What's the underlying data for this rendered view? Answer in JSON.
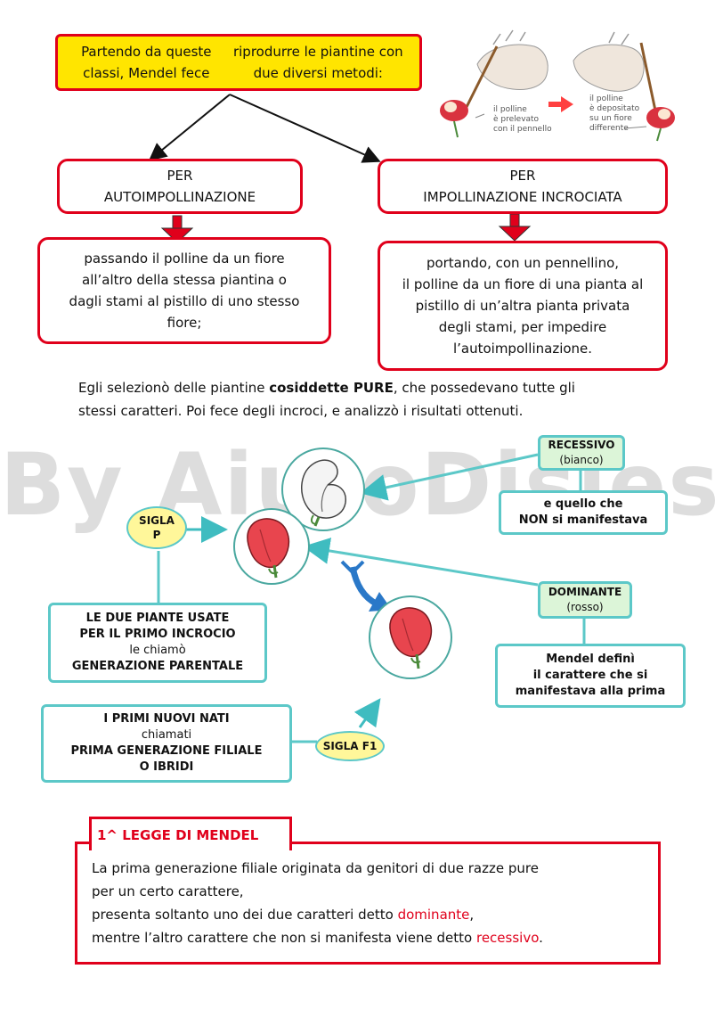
{
  "top_box": {
    "line1": "Partendo da queste classi, Mendel fece",
    "line2": "riprodurre le piantine con due diversi metodi:"
  },
  "illustration": {
    "label_left": [
      "il polline",
      "è prelevato",
      "con il pennello"
    ],
    "label_right": [
      "il polline",
      "è depositato",
      "su un fiore",
      "differente"
    ]
  },
  "method_self": {
    "title_line1": "PER",
    "title_line2": "AUTOIMPOLLINAZIONE",
    "desc": [
      "passando il polline da un fiore",
      "all’altro della stessa piantina o",
      "dagli stami al pistillo di uno stesso",
      "fiore;"
    ]
  },
  "method_cross": {
    "title_line1": "PER",
    "title_line2": "IMPOLLINAZIONE INCROCIATA",
    "desc": [
      "portando, con un pennellino,",
      "il polline da un fiore di una pianta al",
      "pistillo di un’altra pianta privata",
      "degli stami, per impedire",
      "l’autoimpollinazione."
    ]
  },
  "intro": {
    "part1": "Egli selezionò  delle piantine ",
    "bold": "cosiddette PURE",
    "part2": ", che possedevano tutte gli",
    "line2": "stessi caratteri. Poi fece degli incroci, e analizzò i risultati ottenuti."
  },
  "watermark": "By AiutoDislessia.net",
  "diagram": {
    "recessive": {
      "line1": "RECESSIVO",
      "line2": "(bianco)"
    },
    "recessive_desc": {
      "line1": "e quello che",
      "line2": "NON si manifestava"
    },
    "sigla_p": {
      "line1": "SIGLA",
      "line2": "P"
    },
    "dominant": {
      "line1": "DOMINANTE",
      "line2": "(rosso)"
    },
    "parents": {
      "line1": "LE DUE PIANTE USATE",
      "line2": "PER IL PRIMO INCROCIO",
      "line3": "le chiamò",
      "line4": "GENERAZIONE PARENTALE"
    },
    "dominant_desc": {
      "line1": "Mendel definì",
      "line2": "il carattere che si",
      "line3": "manifestava alla prima"
    },
    "f1": {
      "line1": "I PRIMI NUOVI NATI",
      "line2": "chiamati",
      "line3": "PRIMA GENERAZIONE FILIALE",
      "line4": "O IBRIDI"
    },
    "sigla_f1": "SIGLA F1"
  },
  "law": {
    "title": "1^ LEGGE DI MENDEL",
    "line1": "La prima generazione filiale originata da genitori di due razze pure",
    "line2": "per un certo carattere,",
    "line3a": "presenta soltanto uno dei due caratteri detto ",
    "line3b": "dominante",
    "line3c": ",",
    "line4a": "mentre l’altro carattere che non si manifesta viene detto ",
    "line4b": "recessivo",
    "line4c": "."
  },
  "colors": {
    "red": "#e0001b",
    "yellow": "#ffe500",
    "teal": "#5cc8c8",
    "light_green": "#dcf5d8",
    "oval_yellow": "#fff79a"
  }
}
